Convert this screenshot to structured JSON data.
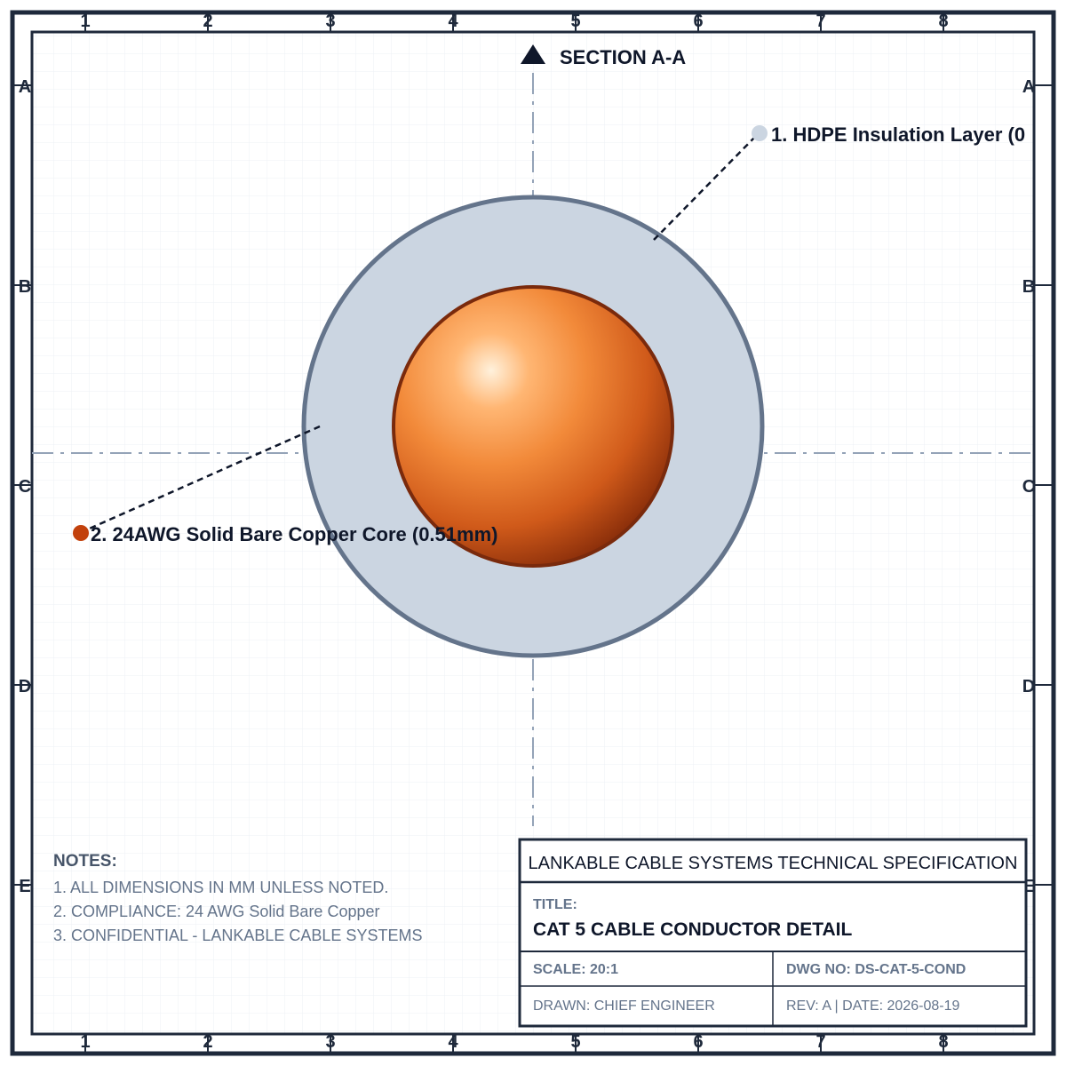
{
  "section": {
    "label": "SECTION A-A"
  },
  "callouts": {
    "insulation": "1. HDPE Insulation Layer (0",
    "core": "2. 24AWG Solid Bare Copper Core (0.51mm)"
  },
  "zones": {
    "columns": [
      "1",
      "2",
      "3",
      "4",
      "5",
      "6",
      "7",
      "8"
    ],
    "rows": [
      "A",
      "B",
      "C",
      "D",
      "E"
    ]
  },
  "notes": {
    "heading": "NOTES:",
    "items": [
      "1. ALL DIMENSIONS IN MM UNLESS NOTED.",
      "2. COMPLIANCE: 24 AWG Solid Bare Copper",
      "3. CONFIDENTIAL - LANKABLE CABLE SYSTEMS"
    ]
  },
  "title_block": {
    "company": "LANKABLE CABLE SYSTEMS TECHNICAL SPECIFICATION",
    "title_label": "TITLE:",
    "title": "CAT 5 CABLE CONDUCTOR DETAIL",
    "scale": "SCALE: 20:1",
    "dwg_no": "DWG NO: DS-CAT-5-COND",
    "drawn": "DRAWN: CHIEF ENGINEER",
    "rev_date": "REV: A | DATE: 2026-08-19"
  },
  "colors": {
    "border": "#1e293b",
    "grid": "#e2e8f0",
    "insulation_fill": "#cbd5e1",
    "insulation_stroke": "#64748b",
    "copper_light": "#ffe3bd",
    "copper_mid": "#f28a3a",
    "copper_dark": "#8a2e0a",
    "centerline": "#94a3b8",
    "text_dark": "#0f172a",
    "text_muted": "#64748b"
  }
}
